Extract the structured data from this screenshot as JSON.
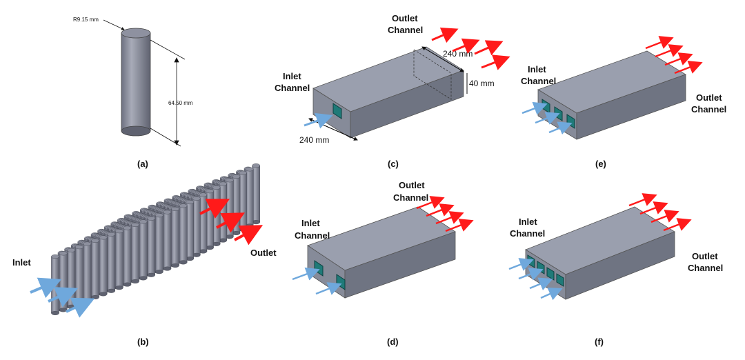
{
  "panels": {
    "a": {
      "caption": "(a)",
      "radius_label": "R9.15 mm",
      "height_label": "64.50 mm"
    },
    "b": {
      "caption": "(b)",
      "inlet_label": "Inlet",
      "outlet_label": "Outlet"
    },
    "c": {
      "caption": "(c)",
      "inlet_line1": "Inlet",
      "inlet_line2": "Channel",
      "outlet_line1": "Outlet",
      "outlet_line2": "Channel",
      "length_label": "240 mm",
      "width_label": "240 mm",
      "height_label": "40 mm"
    },
    "d": {
      "caption": "(d)",
      "inlet_line1": "Inlet",
      "inlet_line2": "Channel",
      "outlet_line1": "Outlet",
      "outlet_line2": "Channel"
    },
    "e": {
      "caption": "(e)",
      "inlet_line1": "Inlet",
      "inlet_line2": "Channel",
      "outlet_line1": "Outlet",
      "outlet_line2": "Channel"
    },
    "f": {
      "caption": "(f)",
      "inlet_line1": "Inlet",
      "inlet_line2": "Channel",
      "outlet_line1": "Outlet",
      "outlet_line2": "Channel"
    }
  },
  "colors": {
    "box_top": "#9a9fae",
    "box_front": "#868b99",
    "box_side": "#6f7482",
    "channel": "#1f7a78",
    "inlet_arrow": "#6fa8dc",
    "outlet_arrow": "#ff1a1a"
  }
}
